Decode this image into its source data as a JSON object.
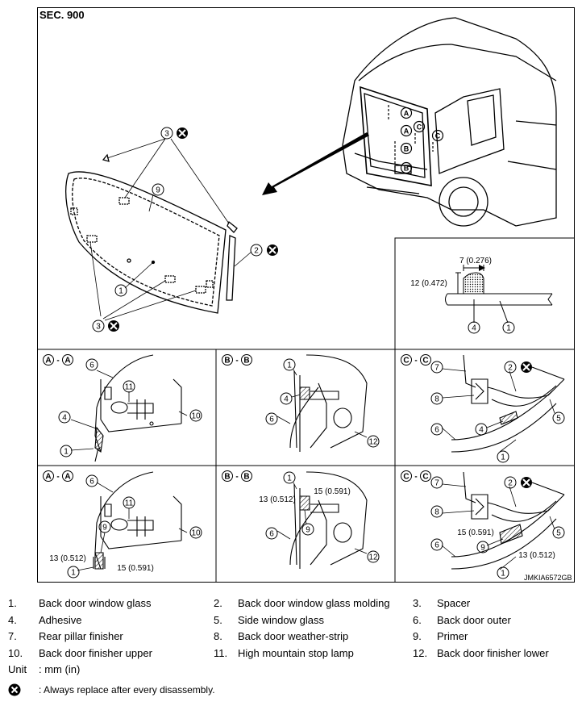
{
  "section_label": "SEC. 900",
  "drawing_code": "JMKIA6572GB",
  "dimensions": {
    "width": "7 (0.276)",
    "height": "12 (0.472)",
    "aa_bottom": "13 (0.512)",
    "aa_right": "15 (0.591)",
    "bb_left": "13 (0.512)",
    "bb_right": "15 (0.591)",
    "cc_left": "15 (0.591)",
    "cc_right": "13 (0.512)"
  },
  "callouts": [
    "1",
    "2",
    "3",
    "4",
    "5",
    "6",
    "7",
    "8",
    "9",
    "10",
    "11",
    "12"
  ],
  "section_views": {
    "a": "A",
    "b": "B",
    "c": "C",
    "dash": "-"
  },
  "legend": [
    {
      "num": "1.",
      "text": "Back door window glass"
    },
    {
      "num": "2.",
      "text": "Back door window glass molding"
    },
    {
      "num": "3.",
      "text": "Spacer"
    },
    {
      "num": "4.",
      "text": "Adhesive"
    },
    {
      "num": "5.",
      "text": "Side window glass"
    },
    {
      "num": "6.",
      "text": "Back door outer"
    },
    {
      "num": "7.",
      "text": "Rear pillar finisher"
    },
    {
      "num": "8.",
      "text": "Back door weather-strip"
    },
    {
      "num": "9.",
      "text": "Primer"
    },
    {
      "num": "10.",
      "text": "Back door finisher upper"
    },
    {
      "num": "11.",
      "text": "High mountain stop lamp"
    },
    {
      "num": "12.",
      "text": "Back door finisher lower"
    }
  ],
  "unit_label": "Unit",
  "unit_value": ": mm (in)",
  "replace_note": ": Always replace after every disassembly."
}
